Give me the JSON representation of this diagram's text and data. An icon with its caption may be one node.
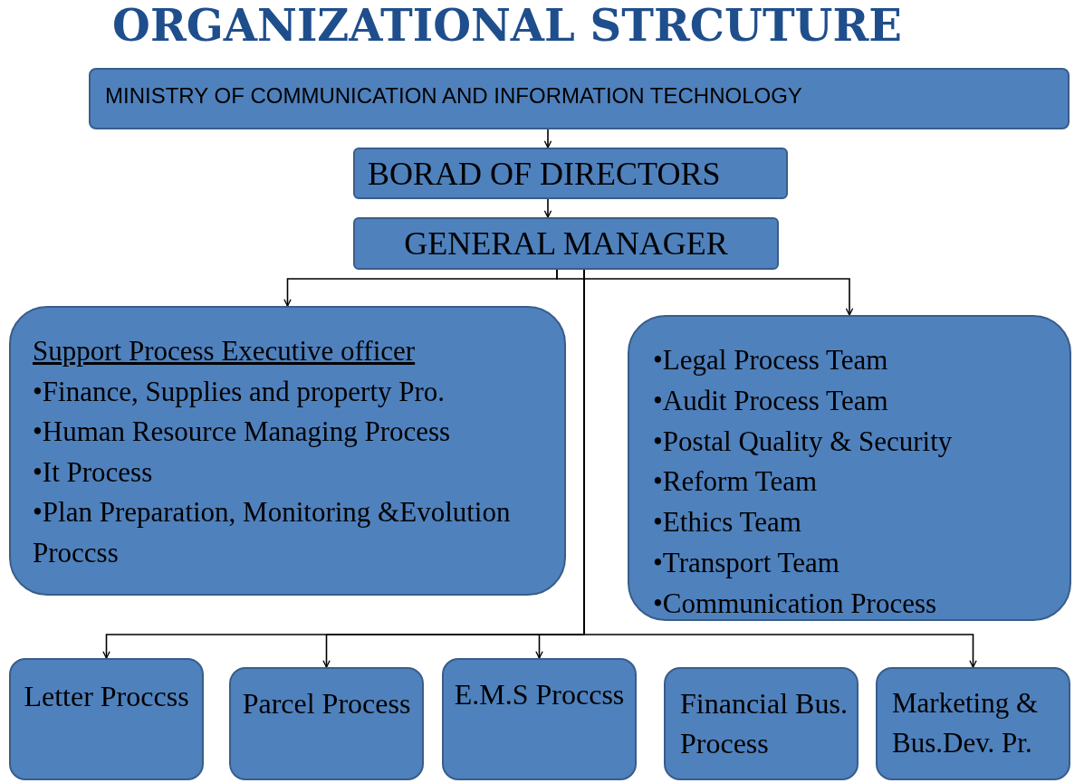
{
  "diagram": {
    "title": "ORGANIZATIONAL STRCUTURE",
    "nodes": [
      {
        "text": [
          "MINISTRY OF COMMUNICATION AND INFORMATION TECHNOLOGY"
        ]
      },
      {
        "text": [
          "BORAD OF DIRECTORS"
        ]
      },
      {
        "text": [
          "GENERAL MANAGER"
        ]
      },
      {
        "text": [
          "Support Process Executive officer",
          "•Finance, Supplies and property Pro.",
          "•Human Resource Managing Process",
          "•It Process",
          "•Plan Preparation, Monitoring &Evolution Proccss"
        ]
      },
      {
        "text": [
          "•Legal Process Team",
          "•Audit Process Team",
          "•Postal Quality & Security",
          "•Reform Team",
          "•Ethics Team",
          "•Transport Team",
          "•Communication Process"
        ]
      },
      {
        "text": [
          "Letter Proccss"
        ]
      },
      {
        "text": [
          "Parcel Process"
        ]
      },
      {
        "text": [
          "E.M.S Proccss"
        ]
      },
      {
        "text": [
          "Financial Bus. Process"
        ]
      },
      {
        "text": [
          "Marketing & Bus.Dev. Pr."
        ]
      }
    ],
    "edges": [
      {
        "from": 0,
        "to": 1,
        "arrow": "to"
      },
      {
        "from": 1,
        "to": 2,
        "arrow": "to"
      },
      {
        "from": 2,
        "to": 3,
        "arrow": "to"
      },
      {
        "from": 2,
        "to": 4,
        "arrow": "to"
      },
      {
        "from": 2,
        "to": 5,
        "arrow": "to"
      },
      {
        "from": 2,
        "to": 6,
        "arrow": "to"
      },
      {
        "from": 2,
        "to": 7,
        "arrow": "to"
      },
      {
        "from": 2,
        "to": 9,
        "arrow": "to"
      }
    ]
  }
}
